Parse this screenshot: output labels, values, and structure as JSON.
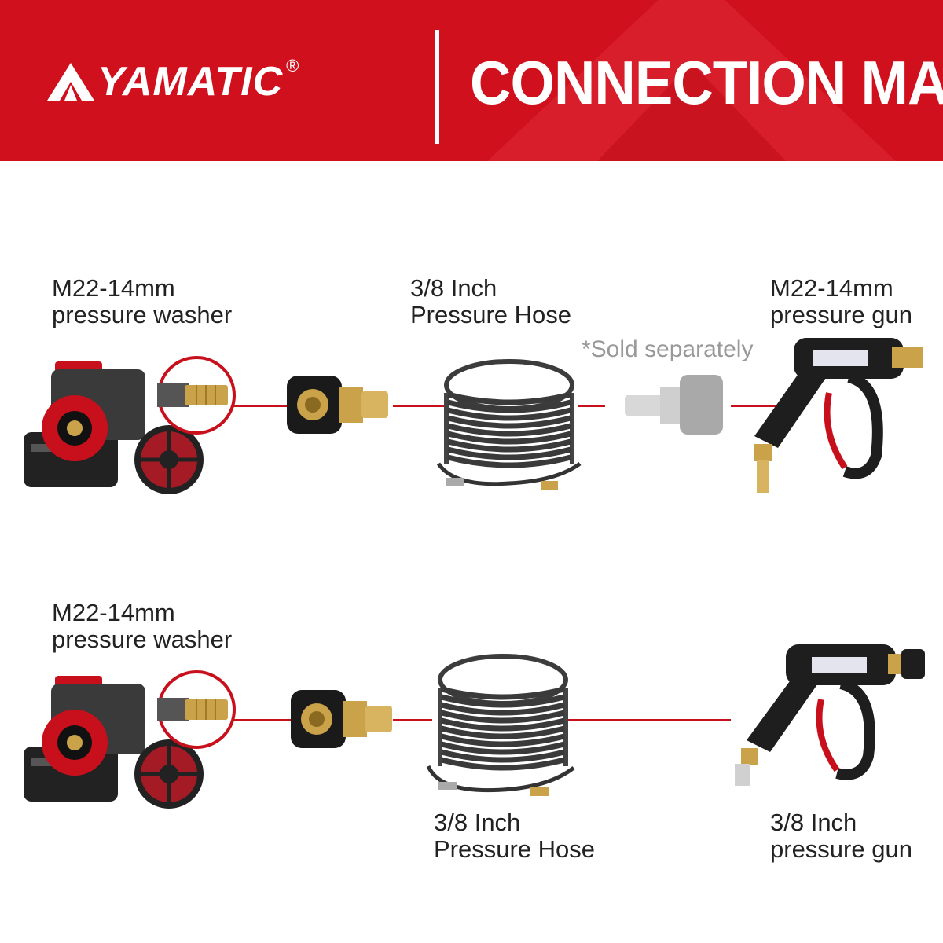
{
  "brand": {
    "name": "YAMATIC",
    "registered": "®"
  },
  "banner": {
    "title": "CONNECTION MAP"
  },
  "row1": {
    "washer_label": [
      "M22-14mm",
      "pressure washer"
    ],
    "hose_label": [
      "3/8 Inch",
      "Pressure Hose"
    ],
    "gun_label": [
      "M22-14mm",
      "pressure gun"
    ],
    "sold_separately": "*Sold separately"
  },
  "row2": {
    "washer_label": [
      "M22-14mm",
      "pressure washer"
    ],
    "hose_label": [
      "3/8 Inch",
      "Pressure Hose"
    ],
    "gun_label": [
      "3/8 Inch",
      "pressure gun"
    ]
  },
  "colors": {
    "brand_red": "#d0101d",
    "line_red": "#c8101c",
    "brass": "#c9a24a"
  }
}
